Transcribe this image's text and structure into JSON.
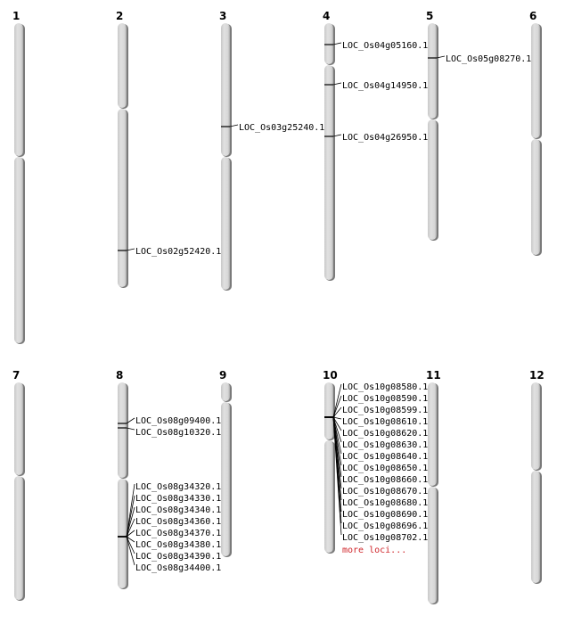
{
  "colors": {
    "chromosome_fill": "#d6d6d6",
    "chromosome_shadow": "#7a7a7a",
    "marker": "#000000",
    "more_link": "#d0262b"
  },
  "chromosomes": [
    {
      "label": "1",
      "loci": []
    },
    {
      "label": "2",
      "loci": [
        "LOC_Os02g52420.1"
      ]
    },
    {
      "label": "3",
      "loci": [
        "LOC_Os03g25240.1"
      ]
    },
    {
      "label": "4",
      "loci": [
        "LOC_Os04g05160.1",
        "LOC_Os04g14950.1",
        "LOC_Os04g26950.1"
      ]
    },
    {
      "label": "5",
      "loci": [
        "LOC_Os05g08270.1"
      ]
    },
    {
      "label": "6",
      "loci": []
    },
    {
      "label": "7",
      "loci": []
    },
    {
      "label": "8",
      "loci": [
        "LOC_Os08g09400.1",
        "LOC_Os08g10320.1",
        "LOC_Os08g34320.1",
        "LOC_Os08g34330.1",
        "LOC_Os08g34340.1",
        "LOC_Os08g34360.1",
        "LOC_Os08g34370.1",
        "LOC_Os08g34380.1",
        "LOC_Os08g34390.1",
        "LOC_Os08g34400.1"
      ]
    },
    {
      "label": "9",
      "loci": []
    },
    {
      "label": "10",
      "loci": [
        "LOC_Os10g08580.1",
        "LOC_Os10g08590.1",
        "LOC_Os10g08599.1",
        "LOC_Os10g08610.1",
        "LOC_Os10g08620.1",
        "LOC_Os10g08630.1",
        "LOC_Os10g08640.1",
        "LOC_Os10g08650.1",
        "LOC_Os10g08660.1",
        "LOC_Os10g08670.1",
        "LOC_Os10g08680.1",
        "LOC_Os10g08690.1",
        "LOC_Os10g08696.1",
        "LOC_Os10g08702.1"
      ],
      "more_label": "more loci..."
    },
    {
      "label": "11",
      "loci": []
    },
    {
      "label": "12",
      "loci": []
    }
  ]
}
